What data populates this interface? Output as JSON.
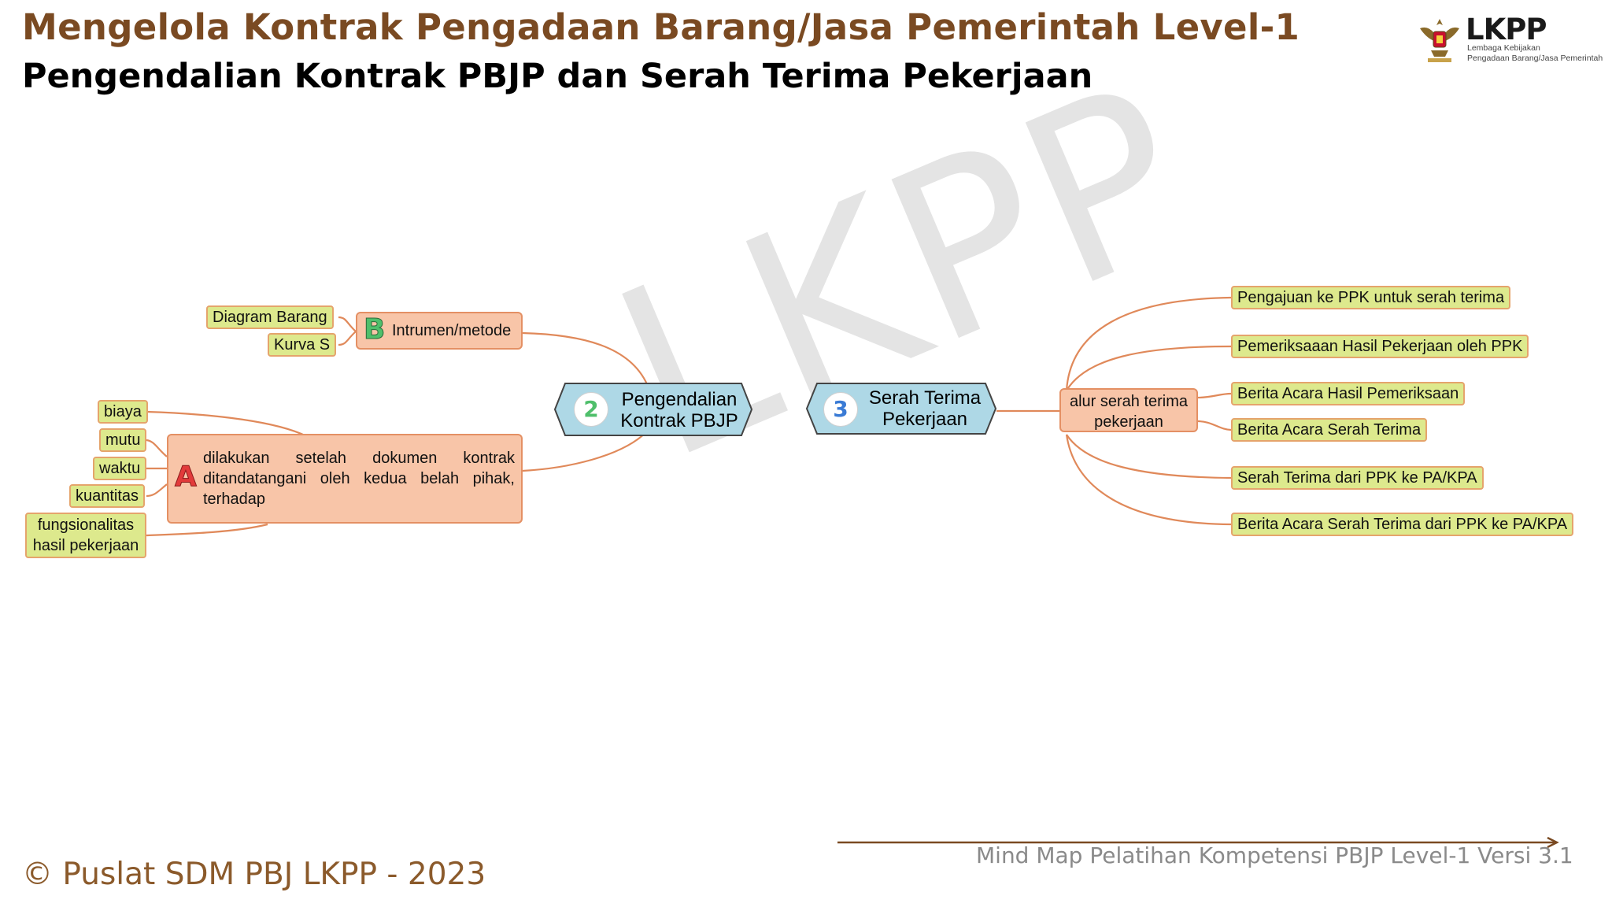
{
  "header": {
    "title": "Mengelola Kontrak Pengadaan Barang/Jasa Pemerintah Level-1",
    "subtitle": "Pengendalian Kontrak PBJP dan Serah Terima Pekerjaan"
  },
  "logo": {
    "wordmark": "LKPP",
    "subtitle_line1": "Lembaga Kebijakan",
    "subtitle_line2": "Pengadaan Barang/Jasa Pemerintah",
    "colors": {
      "wordmark": "#1a1a1a",
      "accent": "#c8102e"
    }
  },
  "watermark": "LKPP",
  "colors": {
    "title": "#7a4a22",
    "connector": "#e0895a",
    "leaf_fill": "#dde98d",
    "peach_fill": "#f8c5a8",
    "central_fill": "#aed8e6",
    "letter_a": "#e23b3b",
    "letter_b": "#4fbf6b",
    "num_2": "#4fbf6b",
    "num_3": "#3a7bd5"
  },
  "mindmap": {
    "node2": {
      "number": "2",
      "label_line1": "Pengendalian",
      "label_line2": "Kontrak PBJP",
      "branch_b": {
        "letter": "B",
        "label": "Intrumen/metode",
        "leaves": [
          "Diagram Barang",
          "Kurva S"
        ]
      },
      "branch_a": {
        "letter": "A",
        "text": "dilakukan setelah dokumen kontrak ditandatangani oleh kedua belah pihak, terhadap",
        "leaves": [
          "biaya",
          "mutu",
          "waktu",
          "kuantitas",
          "fungsionalitas hasil pekerjaan"
        ]
      }
    },
    "node3": {
      "number": "3",
      "label_line1": "Serah Terima",
      "label_line2": "Pekerjaan",
      "branch": {
        "label": "alur serah terima pekerjaan",
        "leaves": [
          "Pengajuan ke PPK untuk serah terima",
          "Pemeriksaaan Hasil Pekerjaan oleh PPK",
          "Berita Acara Hasil Pemeriksaan",
          "Berita Acara Serah Terima",
          "Serah Terima dari PPK ke PA/KPA",
          "Berita Acara Serah Terima dari PPK ke PA/KPA"
        ]
      }
    }
  },
  "footer": {
    "copyright": "© Puslat SDM PBJ LKPP - 2023",
    "version": "Mind Map Pelatihan Kompetensi PBJP Level-1 Versi 3.1"
  }
}
